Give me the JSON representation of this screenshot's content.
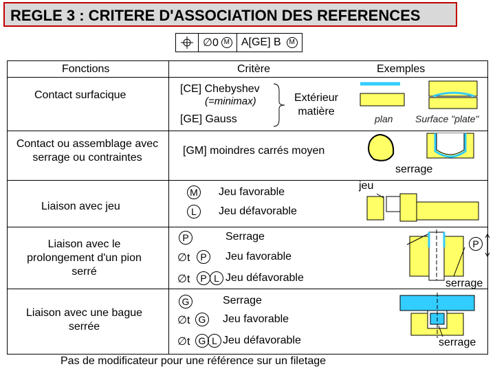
{
  "title": "REGLE 3 : CRITERE D'ASSOCIATION DES REFERENCES",
  "feature_frame": {
    "tolerance_prefix": "∅0",
    "modifier": "M",
    "reference": "A[GE] B",
    "reference_modifier": "M"
  },
  "headers": {
    "fonctions": "Fonctions",
    "critere": "Critère",
    "exemples": "Exemples"
  },
  "rows": {
    "contact_surfacique": {
      "fonction": "Contact surfacique",
      "chebyshev": "[CE] Chebyshev",
      "minimax": "(=minimax)",
      "gauss": "[GE] Gauss",
      "exterieur": "Extérieur matière",
      "ex_plan": "plan",
      "ex_surface": "Surface \"plate\""
    },
    "contact_serrage": {
      "fonction": "Contact ou assemblage avec serrage ou contraintes",
      "gm": "[GM] moindres carrés moyen",
      "ex_label": "serrage"
    },
    "liaison_jeu": {
      "fonction": "Liaison avec jeu",
      "sym_m": "M",
      "jeu_favorable": "Jeu favorable",
      "sym_l": "L",
      "jeu_defavorable": "Jeu défavorable",
      "ex_label": "jeu"
    },
    "pion_serre": {
      "fonction": "Liaison avec le prolongement d'un pion serré",
      "sym": "P",
      "serrage": "Serrage",
      "t": "∅t",
      "jeu_favorable": "Jeu favorable",
      "jeu_defavorable": "Jeu défavorable",
      "ex_label": "serrage",
      "ex_sym": "P"
    },
    "bague_serree": {
      "fonction": "Liaison avec une bague serrée",
      "sym": "G",
      "serrage": "Serrage",
      "t": "∅t",
      "jeu_favorable": "Jeu favorable",
      "jeu_defavorable": "Jeu défavorable",
      "ex_label": "serrage"
    }
  },
  "sym_l": "L",
  "footer": "Pas de modificateur pour une référence sur un filetage",
  "colors": {
    "title_border": "#c00000",
    "title_bg": "#d9d9d9",
    "part_fill": "#ffff66",
    "blue": "#33ccff"
  }
}
